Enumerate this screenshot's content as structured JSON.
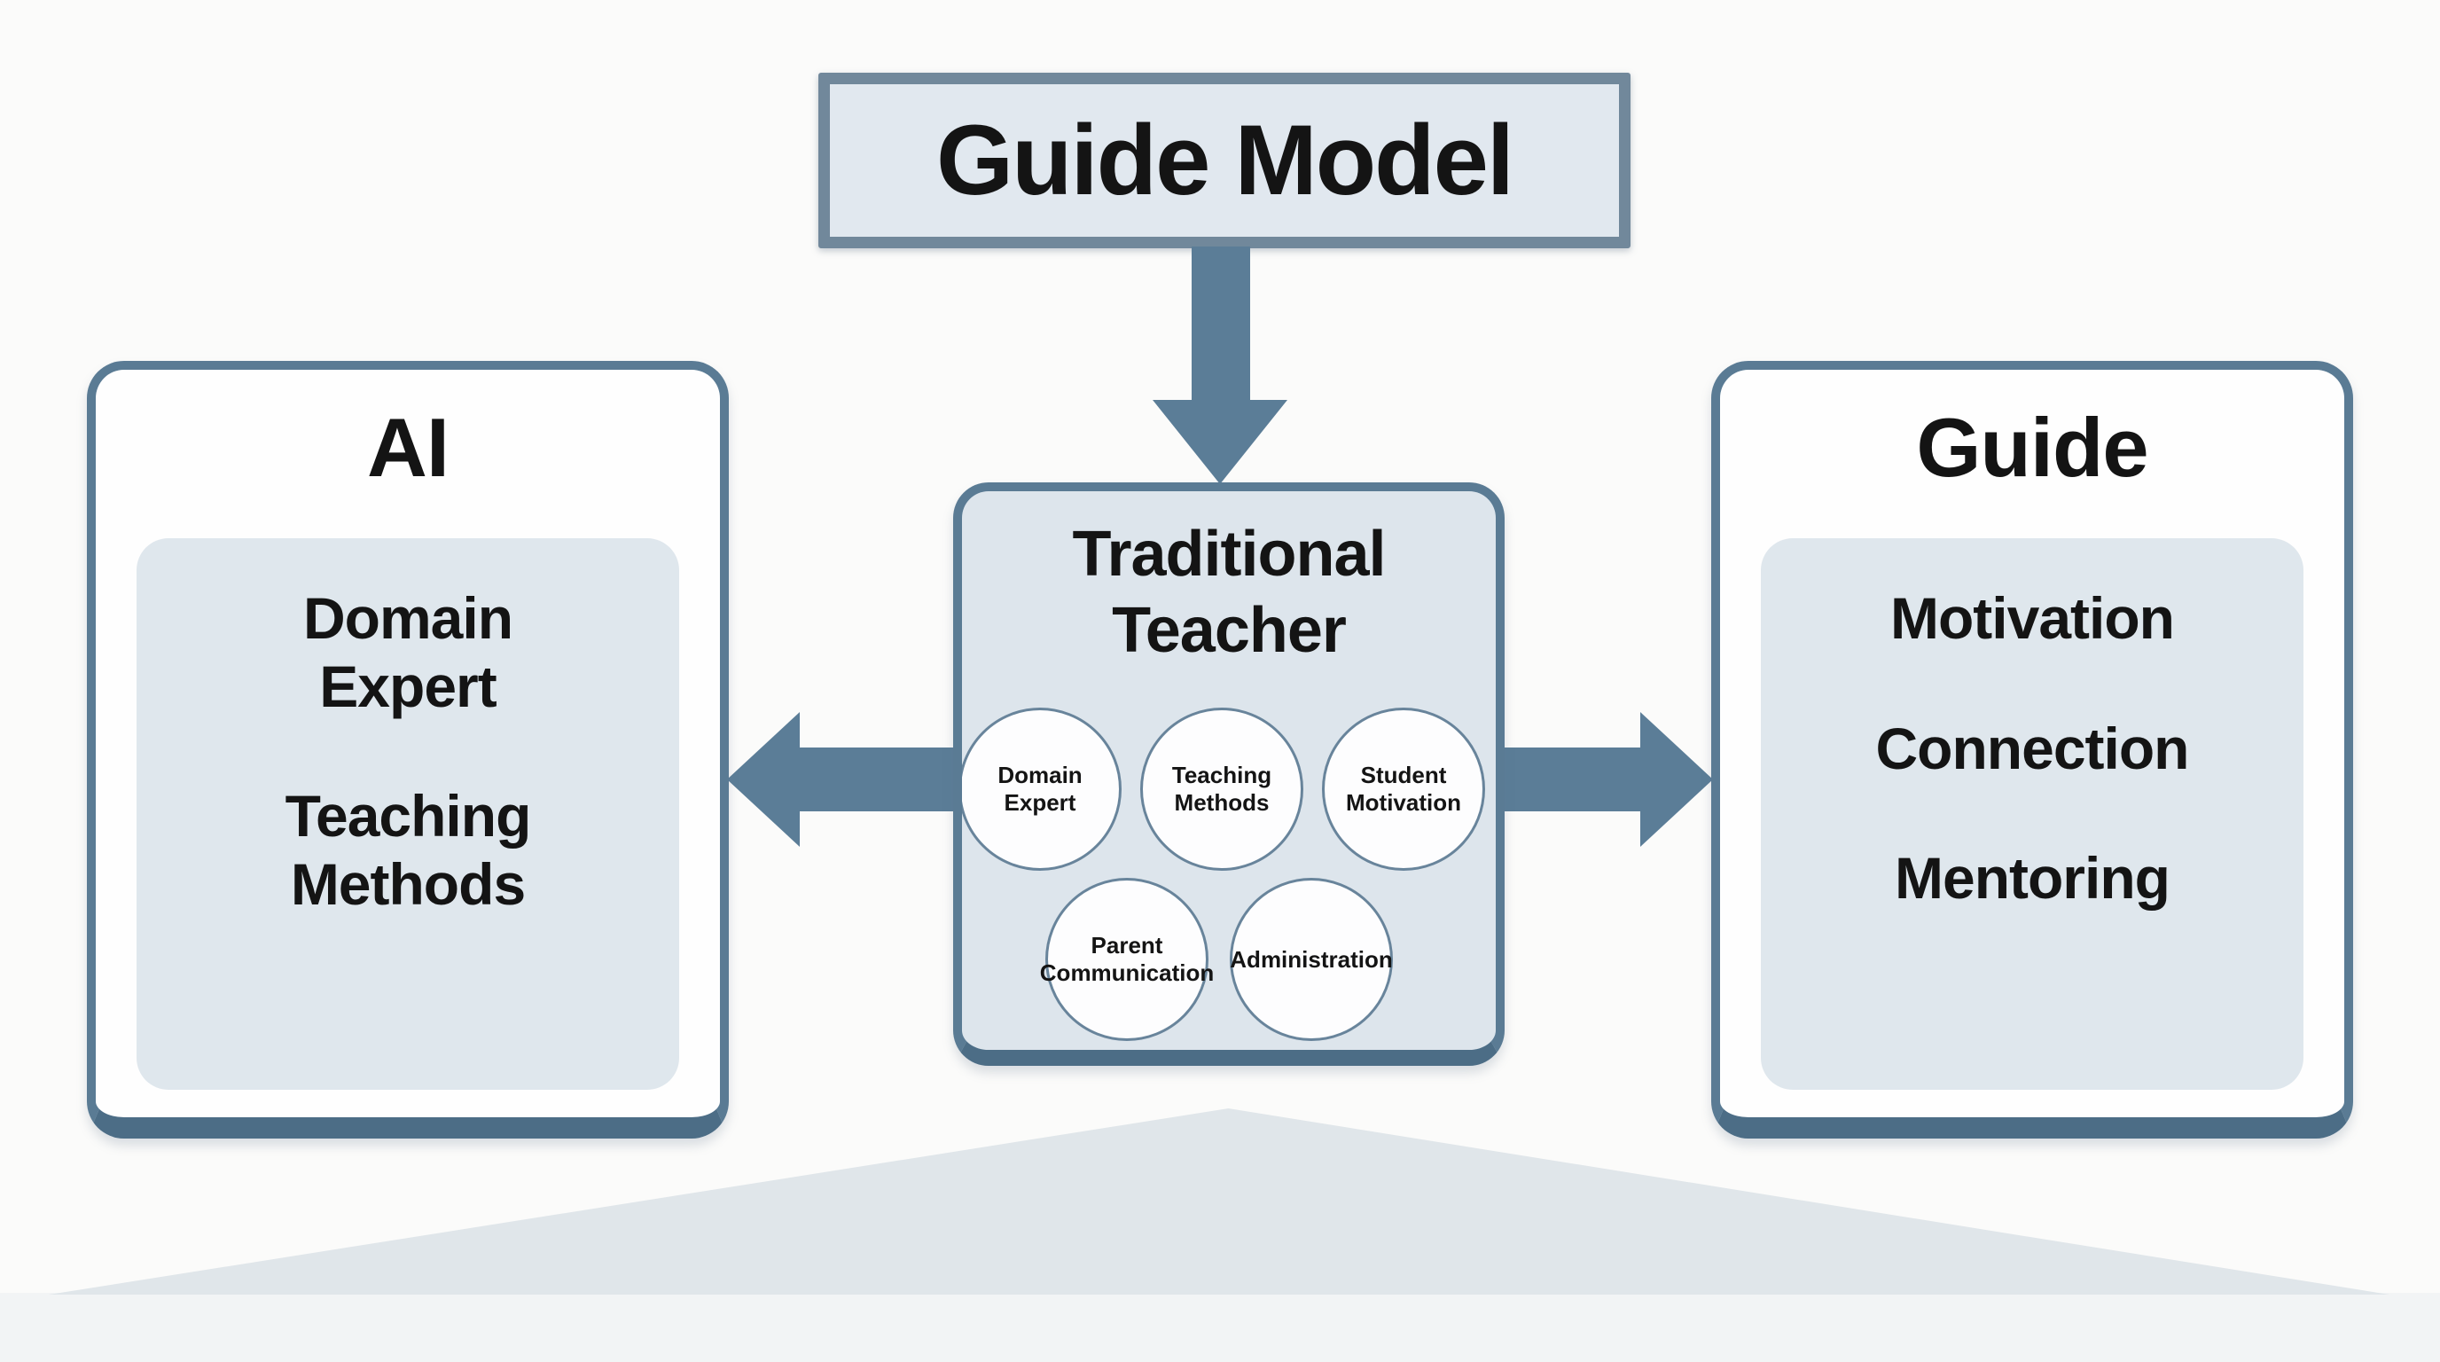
{
  "diagram": {
    "title": "Guide Model",
    "ai_box": {
      "title": "AI",
      "items": [
        "Domain Expert",
        "Teaching Methods"
      ]
    },
    "teacher_box": {
      "title": "Traditional Teacher",
      "circles": [
        "Domain Expert",
        "Teaching Methods",
        "Student Motivation",
        "Parent Communication",
        "Administration"
      ]
    },
    "guide_box": {
      "title": "Guide",
      "items": [
        "Motivation",
        "Connection",
        "Mentoring"
      ]
    }
  },
  "colors": {
    "background": "#fbfbfa",
    "surface": "#fefefe",
    "panel": "#dfe7ed",
    "center_panel": "#dde5ec",
    "title_panel": "#e1e8ef",
    "stroke": "#5a7b94",
    "stroke_dark": "#4c6d86",
    "arrow": "#5b7d97",
    "circle_stroke": "#68849b",
    "text": "#141414",
    "triangle": "#e0e6ea",
    "bottom_strip": "#f2f4f5"
  }
}
